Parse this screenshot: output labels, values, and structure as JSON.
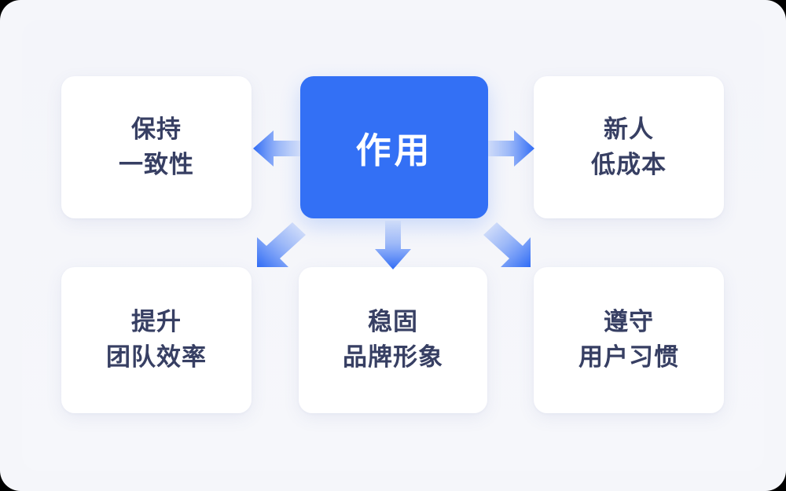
{
  "diagram": {
    "title_node": {
      "label": "作用",
      "color": "#3370f5",
      "text_color": "#ffffff"
    },
    "background_color": "#f5f6fa",
    "card_color": "#ffffff",
    "card_text_color": "#373f63",
    "arrow_color": "#3370f5",
    "nodes": [
      {
        "id": "keep-consistency",
        "position": "top-left",
        "line1": "保持",
        "line2": "一致性"
      },
      {
        "id": "newcomer-low-cost",
        "position": "top-right",
        "line1": "新人",
        "line2": "低成本"
      },
      {
        "id": "improve-team-efficiency",
        "position": "bottom-left",
        "line1": "提升",
        "line2": "团队效率"
      },
      {
        "id": "solid-brand-image",
        "position": "bottom-center",
        "line1": "稳固",
        "line2": "品牌形象"
      },
      {
        "id": "follow-user-habits",
        "position": "bottom-right",
        "line1": "遵守",
        "line2": "用户习惯"
      }
    ],
    "arrows": [
      {
        "id": "arrow-to-top-left",
        "direction": "left"
      },
      {
        "id": "arrow-to-top-right",
        "direction": "right"
      },
      {
        "id": "arrow-to-bottom-left",
        "direction": "down-left"
      },
      {
        "id": "arrow-to-bottom-center",
        "direction": "down"
      },
      {
        "id": "arrow-to-bottom-right",
        "direction": "down-right"
      }
    ]
  }
}
